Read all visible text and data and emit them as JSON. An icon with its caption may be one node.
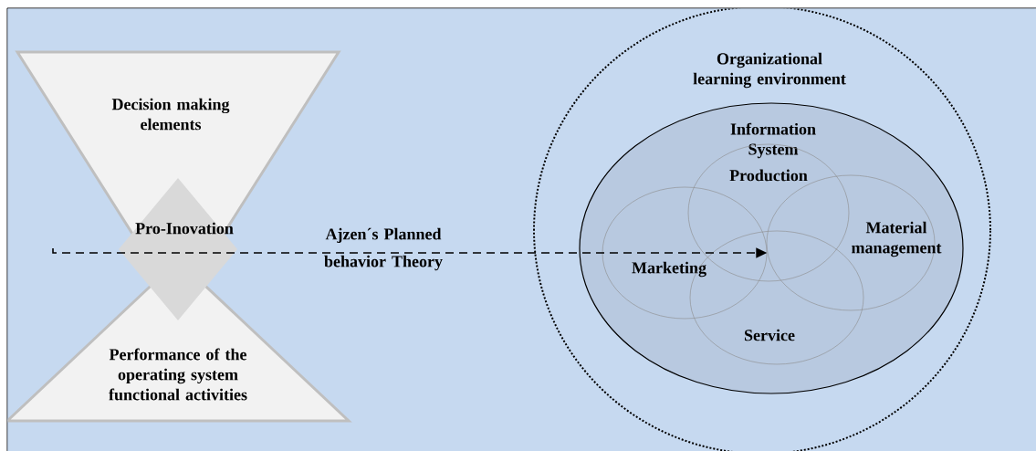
{
  "diagram": {
    "nodes": [
      {
        "text": [
          "Decision making elements"
        ]
      },
      {
        "text": [
          "Performance of the operating system functional activities"
        ]
      },
      {
        "text": [
          "Pro-Inovation"
        ]
      },
      {
        "text": [
          "Organizational learning environment"
        ]
      },
      {
        "text": [
          "Information System"
        ],
        "in": 3
      },
      {
        "text": [
          "Production"
        ],
        "in": 4
      },
      {
        "text": [
          "Marketing"
        ],
        "in": 4
      },
      {
        "text": [
          "Material management"
        ],
        "in": 4
      },
      {
        "text": [
          "Service"
        ],
        "in": 4
      }
    ],
    "edges": [
      {
        "from": null,
        "to": 6,
        "arrow": "to",
        "label": "Ajzen´s Planned behavior Theory",
        "style": "dashed"
      }
    ]
  }
}
